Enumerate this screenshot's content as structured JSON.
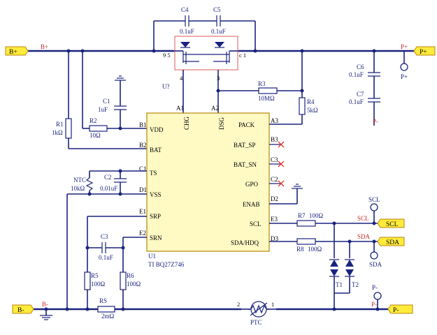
{
  "ports": {
    "b_plus": "B+",
    "b_minus": "B-",
    "p_plus": "P+",
    "p_minus": "P-",
    "scl": "SCL",
    "sda": "SDA"
  },
  "net_labels": {
    "b_plus": "B+",
    "b_minus": "B-",
    "p_plus": "P+",
    "p_minus": "P-",
    "scl": "SCL",
    "sda": "SDA"
  },
  "ic": {
    "designator": "U1",
    "part": "TI BQ27Z746",
    "left_pins": [
      {
        "num": "B1",
        "name": "VDD"
      },
      {
        "num": "B2",
        "name": "BAT"
      },
      {
        "num": "C1",
        "name": "TS"
      },
      {
        "num": "D1",
        "name": "VSS"
      },
      {
        "num": "E1",
        "name": "SRP"
      },
      {
        "num": "E2",
        "name": "SRN"
      }
    ],
    "right_pins": [
      {
        "num": "A3",
        "name": "PACK"
      },
      {
        "num": "B3",
        "name": "BAT_SP"
      },
      {
        "num": "C3",
        "name": "BAT_SN"
      },
      {
        "num": "C2",
        "name": "GPO"
      },
      {
        "num": "D2",
        "name": "ENAB"
      },
      {
        "num": "E3",
        "name": "SCL"
      },
      {
        "num": "D3",
        "name": "SDA/HDQ"
      }
    ],
    "top_pins": [
      {
        "num": "A1",
        "name": "CHG"
      },
      {
        "num": "A2",
        "name": "DSG"
      }
    ]
  },
  "fet": {
    "designator": "U?",
    "pin_left": "9 5",
    "pin_right": "c 1",
    "pin_gate1": "4",
    "pin_gate2": "3"
  },
  "components": {
    "c4": {
      "ref": "C4",
      "value": "0.1uF"
    },
    "c5": {
      "ref": "C5",
      "value": "0.1uF"
    },
    "c1": {
      "ref": "C1",
      "value": "1uF"
    },
    "r1": {
      "ref": "R1",
      "value": "1kΩ"
    },
    "r2": {
      "ref": "R2",
      "value": "10Ω"
    },
    "r3": {
      "ref": "R3",
      "value": "10MΩ"
    },
    "r4": {
      "ref": "R4",
      "value": "5kΩ"
    },
    "c6": {
      "ref": "C6",
      "value": "0.1uF"
    },
    "c7": {
      "ref": "C7",
      "value": "0.1uF"
    },
    "ntc": {
      "ref": "NTC",
      "value": "10kΩ"
    },
    "c2": {
      "ref": "C2",
      "value": "0.01uF"
    },
    "c3": {
      "ref": "C3",
      "value": "0.1uF"
    },
    "r5": {
      "ref": "R5",
      "value": "100Ω"
    },
    "r6": {
      "ref": "R6",
      "value": "100Ω"
    },
    "rs": {
      "ref": "RS",
      "value": "2mΩ"
    },
    "r7": {
      "ref": "R7",
      "value": "100Ω"
    },
    "r8": {
      "ref": "R8",
      "value": "100Ω"
    },
    "t1": {
      "ref": "T1"
    },
    "t2": {
      "ref": "T2"
    },
    "ptc": {
      "ref": "PTC",
      "pin1": "1",
      "pin2": "2"
    }
  },
  "colors": {
    "wire": "#1a237e",
    "ic_fill": "#fff9c4",
    "ic_border": "#b8860b",
    "flag_fill": "#ffeb3b",
    "net_label": "#c62828",
    "no_connect": "#e53935",
    "fet_box": "#e57373"
  }
}
